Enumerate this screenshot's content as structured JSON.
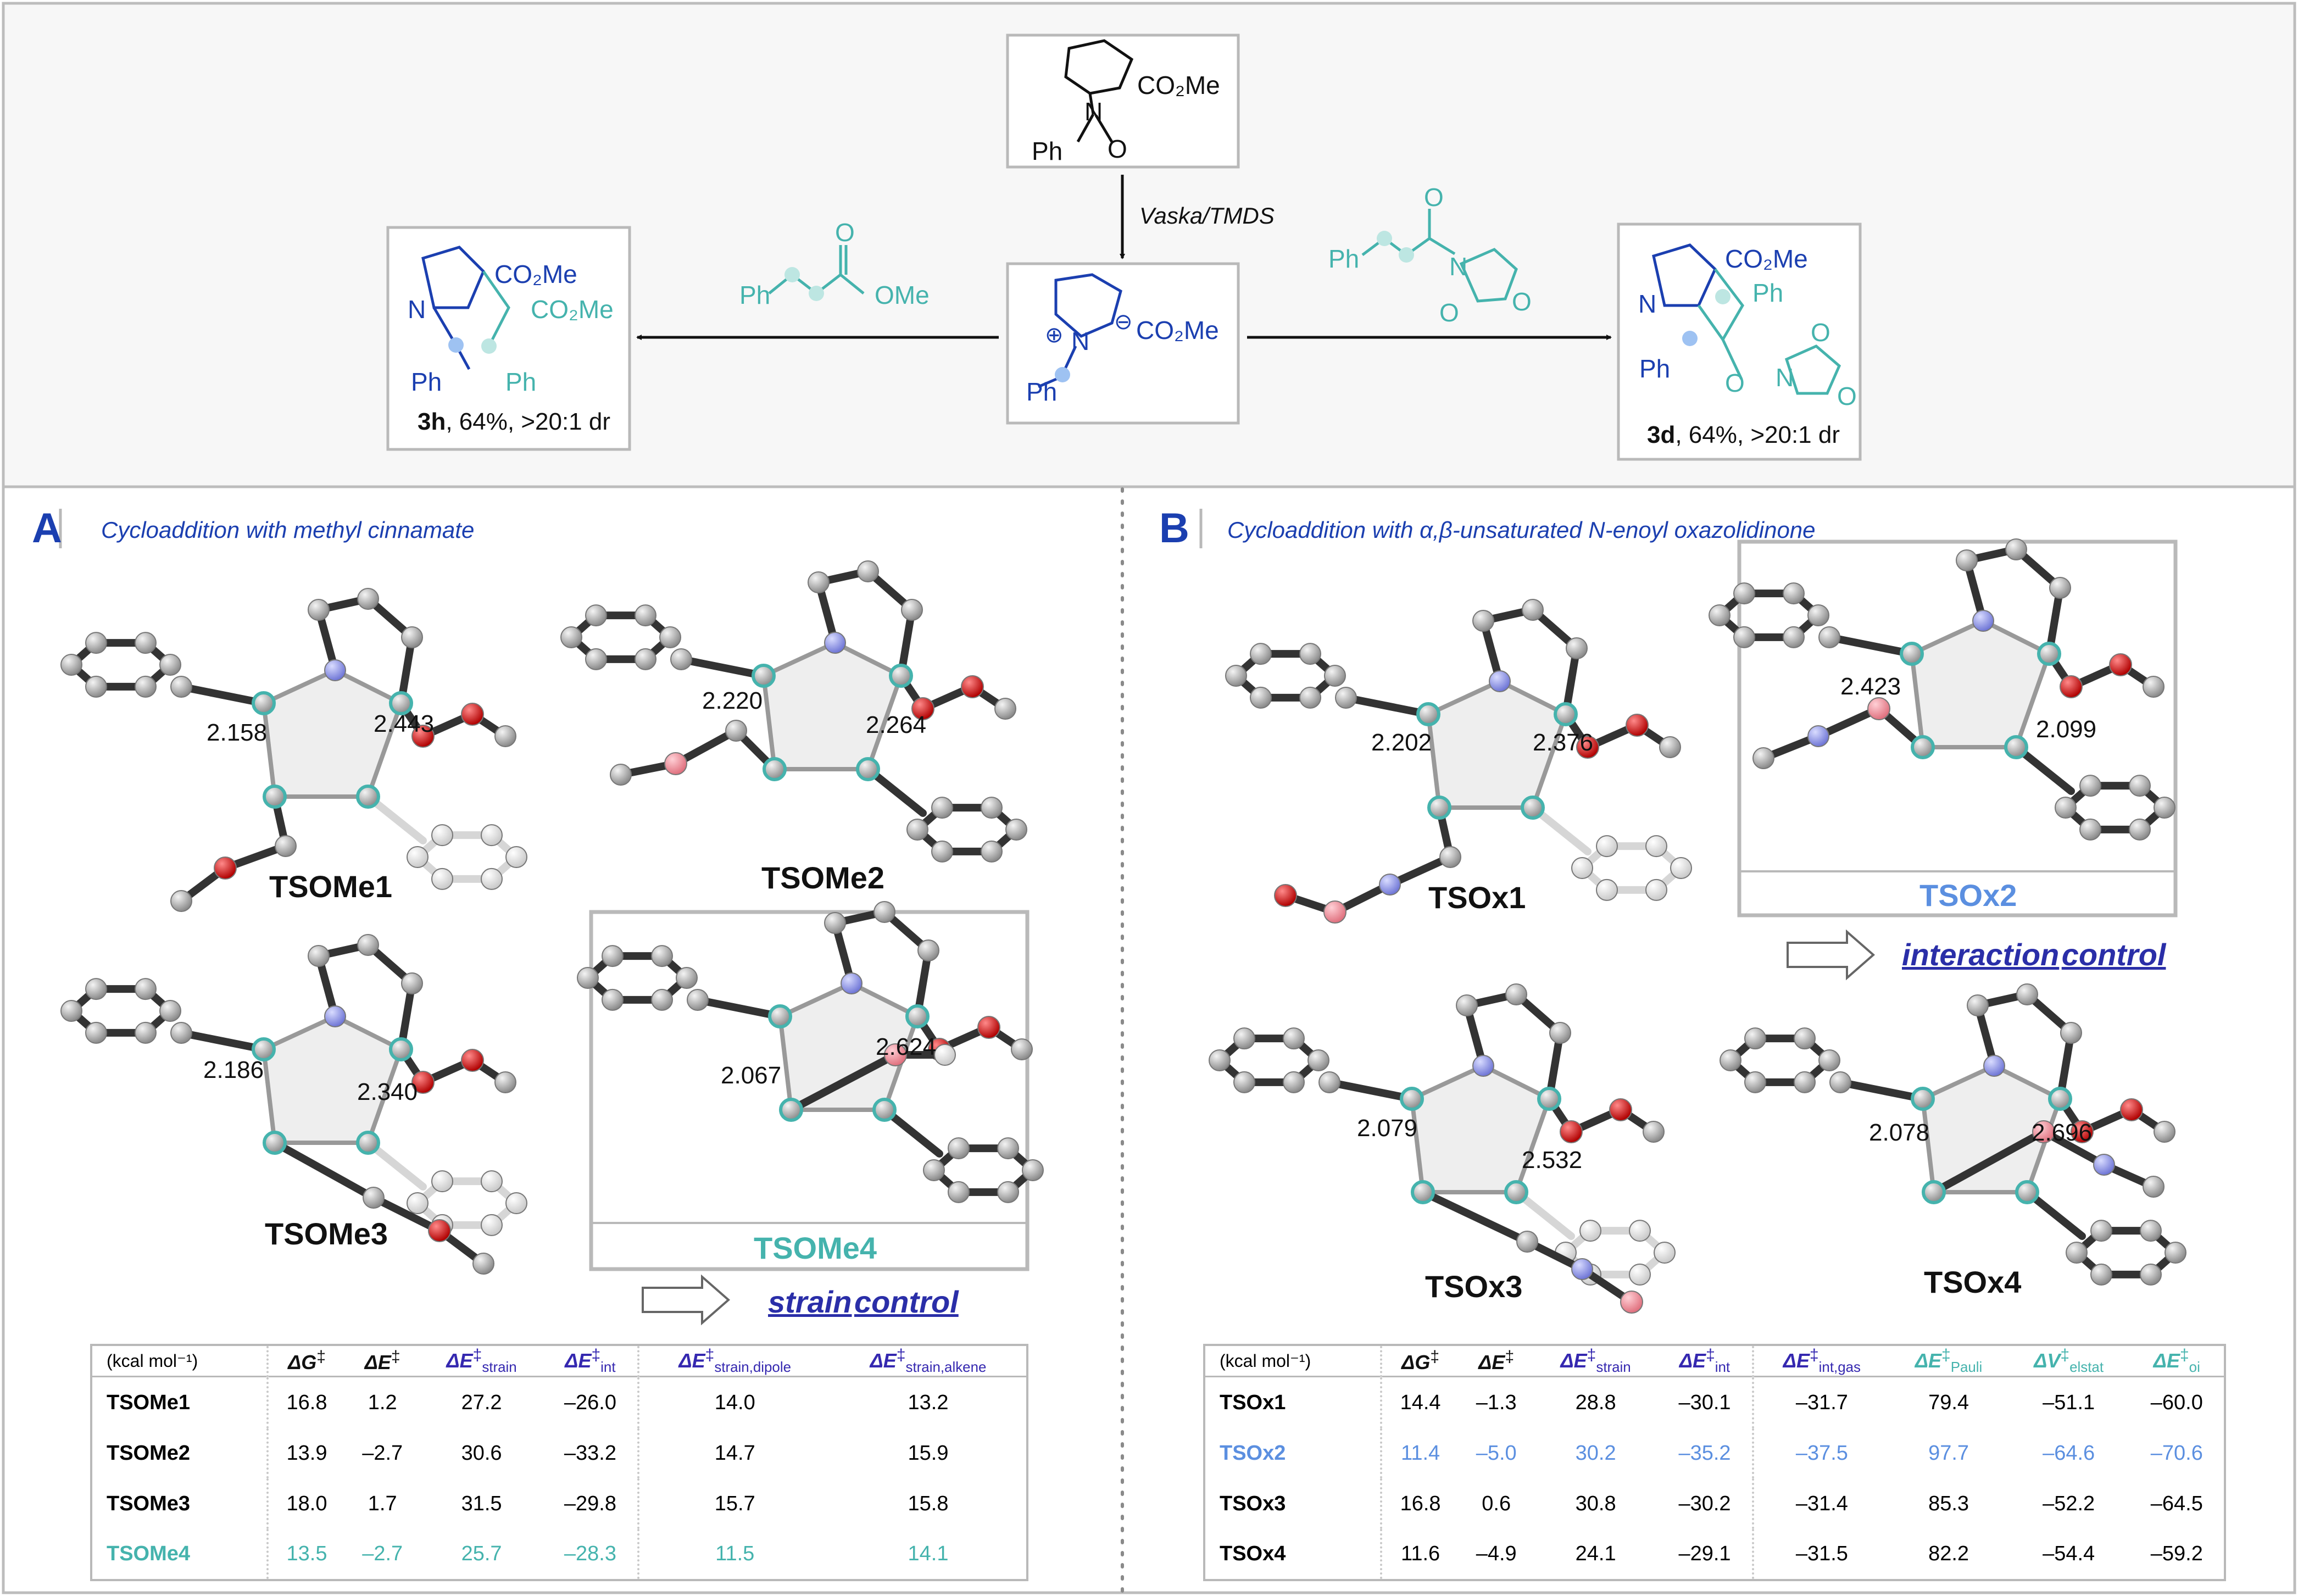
{
  "scheme": {
    "start": {
      "r1": "CO₂Me",
      "n": "N",
      "ph": "Ph",
      "o": "O"
    },
    "reagent": "Vaska/TMDS",
    "ylide": {
      "r1": "CO₂Me",
      "n": "N",
      "ph": "Ph",
      "plus": "⊕",
      "minus": "⊖"
    },
    "left_reagent": {
      "ph": "Ph",
      "o": "O",
      "ome": "OMe"
    },
    "right_reagent": {
      "ph": "Ph",
      "o1": "O",
      "n": "N",
      "o2": "O",
      "o3": "O"
    },
    "product_left": {
      "r1": "CO₂Me",
      "r2": "CO₂Me",
      "n": "N",
      "ph1": "Ph",
      "ph2": "Ph",
      "id": "3h",
      "yield": ", 64%, >20:1 dr"
    },
    "product_right": {
      "r1": "CO₂Me",
      "n": "N",
      "ph1": "Ph",
      "ph2": "Ph",
      "o1": "O",
      "o2": "O",
      "o3": "O",
      "n2": "N",
      "id": "3d",
      "yield": ", 64%, >20:1 dr"
    }
  },
  "panelA": {
    "letter": "A",
    "heading": "Cycloaddition with methyl cinnamate",
    "structures": [
      {
        "name": "TSOMe1",
        "d1": "2.158",
        "d2": "2.443"
      },
      {
        "name": "TSOMe2",
        "d1": "2.220",
        "d2": "2.264"
      },
      {
        "name": "TSOMe3",
        "d1": "2.186",
        "d2": "2.340"
      },
      {
        "name": "TSOMe4",
        "d1": "2.067",
        "d2": "2.624"
      }
    ],
    "control": {
      "w1": "strain",
      "w2": "control"
    },
    "table": {
      "unit": "(kcal mol⁻¹)",
      "headers": [
        {
          "main": "ΔG",
          "sup": "‡",
          "sub": ""
        },
        {
          "main": "ΔE",
          "sup": "‡",
          "sub": ""
        },
        {
          "main": "ΔE",
          "sup": "‡",
          "sub": "strain"
        },
        {
          "main": "ΔE",
          "sup": "‡",
          "sub": "int"
        },
        {
          "main": "ΔE",
          "sup": "‡",
          "sub": "strain,dipole"
        },
        {
          "main": "ΔE",
          "sup": "‡",
          "sub": "strain,alkene"
        }
      ],
      "rows": [
        {
          "name": "TSOMe1",
          "values": [
            "16.8",
            "1.2",
            "27.2",
            "–26.0",
            "14.0",
            "13.2"
          ]
        },
        {
          "name": "TSOMe2",
          "values": [
            "13.9",
            "–2.7",
            "30.6",
            "–33.2",
            "14.7",
            "15.9"
          ]
        },
        {
          "name": "TSOMe3",
          "values": [
            "18.0",
            "1.7",
            "31.5",
            "–29.8",
            "15.7",
            "15.8"
          ]
        },
        {
          "name": "TSOMe4",
          "values": [
            "13.5",
            "–2.7",
            "25.7",
            "–28.3",
            "11.5",
            "14.1"
          ]
        }
      ]
    }
  },
  "panelB": {
    "letter": "B",
    "heading": "Cycloaddition with α,β-unsaturated N-enoyl oxazolidinone",
    "structures": [
      {
        "name": "TSOx1",
        "d1": "2.202",
        "d2": "2.376"
      },
      {
        "name": "TSOx2",
        "d1": "2.423",
        "d2": "2.099"
      },
      {
        "name": "TSOx3",
        "d1": "2.079",
        "d2": "2.532"
      },
      {
        "name": "TSOx4",
        "d1": "2.078",
        "d2": "2.696"
      }
    ],
    "control": {
      "w1": "interaction",
      "w2": "control"
    },
    "table": {
      "unit": "(kcal mol⁻¹)",
      "headers": [
        {
          "main": "ΔG",
          "sup": "‡",
          "sub": ""
        },
        {
          "main": "ΔE",
          "sup": "‡",
          "sub": ""
        },
        {
          "main": "ΔE",
          "sup": "‡",
          "sub": "strain"
        },
        {
          "main": "ΔE",
          "sup": "‡",
          "sub": "int"
        },
        {
          "main": "ΔE",
          "sup": "‡",
          "sub": "int,gas"
        },
        {
          "main": "ΔE",
          "sup": "‡",
          "sub": "Pauli"
        },
        {
          "main": "ΔV",
          "sup": "‡",
          "sub": "elstat"
        },
        {
          "main": "ΔE",
          "sup": "‡",
          "sub": "oi"
        }
      ],
      "rows": [
        {
          "name": "TSOx1",
          "values": [
            "14.4",
            "–1.3",
            "28.8",
            "–30.1",
            "–31.7",
            "79.4",
            "–51.1",
            "–60.0"
          ]
        },
        {
          "name": "TSOx2",
          "values": [
            "11.4",
            "–5.0",
            "30.2",
            "–35.2",
            "–37.5",
            "97.7",
            "–64.6",
            "–70.6"
          ]
        },
        {
          "name": "TSOx3",
          "values": [
            "16.8",
            "0.6",
            "30.8",
            "–30.2",
            "–31.4",
            "85.3",
            "–52.2",
            "–64.5"
          ]
        },
        {
          "name": "TSOx4",
          "values": [
            "11.6",
            "–4.9",
            "24.1",
            "–29.1",
            "–31.5",
            "82.2",
            "–54.4",
            "–59.2"
          ]
        }
      ]
    }
  },
  "colors": {
    "blue": "#1b3fb0",
    "teal": "#45b3ad",
    "highlight_blue": "#5b8fe0",
    "violet": "#3528b0",
    "carbon": "#b9b9b9",
    "nitrogen": "#8c92e0",
    "oxygen": "#d42020"
  }
}
